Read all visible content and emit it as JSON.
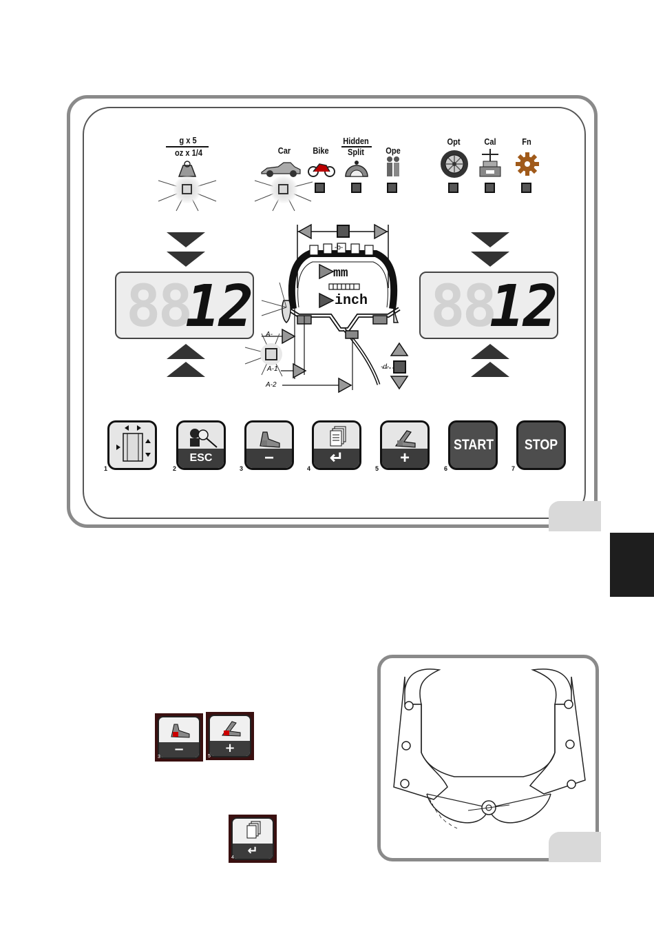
{
  "mode_indicators": {
    "weight_unit_top": "g x 5",
    "weight_unit_bottom": "oz x 1/4",
    "vehicle_types": [
      {
        "label": "Car",
        "lit": true
      },
      {
        "label": "Bike",
        "lit": false
      },
      {
        "label_top": "Hidden",
        "label_bottom": "Split",
        "lit": false
      },
      {
        "label": "Ope",
        "lit": false
      }
    ],
    "functions": [
      {
        "label": "Opt"
      },
      {
        "label": "Cal"
      },
      {
        "label": "Fn"
      }
    ]
  },
  "displays": {
    "left_value": "12",
    "right_value": "12",
    "ghost_digits": "88"
  },
  "wheel_diagram": {
    "width_label": "-b-",
    "unit_mm": "mm",
    "unit_inch": "inch",
    "distance_labels": [
      "A-",
      "A-1",
      "A-2"
    ],
    "diameter_label": "-d-"
  },
  "buttons": [
    {
      "number": "1",
      "label": ""
    },
    {
      "number": "2",
      "label": "ESC"
    },
    {
      "number": "3",
      "label": "−"
    },
    {
      "number": "4",
      "label": "↵"
    },
    {
      "number": "5",
      "label": "+"
    },
    {
      "number": "6",
      "label": "START"
    },
    {
      "number": "7",
      "label": "STOP"
    }
  ],
  "small_buttons": [
    {
      "number": "3",
      "label": "−"
    },
    {
      "number": "5",
      "label": "+"
    },
    {
      "number": "4",
      "label": "↵"
    }
  ],
  "colors": {
    "frame": "#8a8a8a",
    "indicator_on": "#d8d8d8",
    "indicator_off": "#555555",
    "button_dark": "#4d4d4d",
    "icon_border": "#3a1010"
  }
}
